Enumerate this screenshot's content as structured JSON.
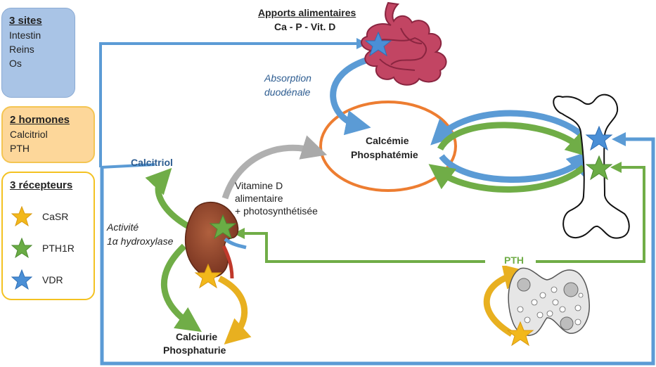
{
  "legend": {
    "sites": {
      "title": "3 sites",
      "items": [
        "Intestin",
        "Reins",
        "Os"
      ]
    },
    "hormones": {
      "title": "2 hormones",
      "items": [
        "Calcitriol",
        "PTH"
      ]
    },
    "receptors": {
      "title": "3 récepteurs",
      "items": [
        {
          "label": "CaSR",
          "icon": "yellow-star-icon",
          "color": "#f2b81b"
        },
        {
          "label": "PTH1R",
          "icon": "green-star-icon",
          "color": "#6aac45"
        },
        {
          "label": "VDR",
          "icon": "blue-star-icon",
          "color": "#4a8fd6"
        }
      ]
    }
  },
  "labels": {
    "apports_line1": "Apports alimentaires",
    "apports_line2": "Ca - P - Vit. D",
    "absorption_line1": "Absorption",
    "absorption_line2": "duodénale",
    "calcemie_line1": "Calcémie",
    "calcemie_line2": "Phosphatémie",
    "calcitriol": "Calcitriol",
    "vitd_line1": "Vitamine D",
    "vitd_line2": "alimentaire",
    "vitd_line3": "+ photosynthétisée",
    "activite_line1": "Activité",
    "activite_line2": "1α hydroxylase",
    "calciurie_line1": "Calciurie",
    "calciurie_line2": "Phosphaturie",
    "pth": "PTH"
  },
  "colors": {
    "blue_line": "#5b9bd5",
    "green_line": "#70ad47",
    "orange_ring": "#ed7d31",
    "yellow": "#f2b81b",
    "calcitriol_text": "#2e5d91",
    "pth_text": "#70ad47",
    "absorption_text": "#2e5d91"
  }
}
